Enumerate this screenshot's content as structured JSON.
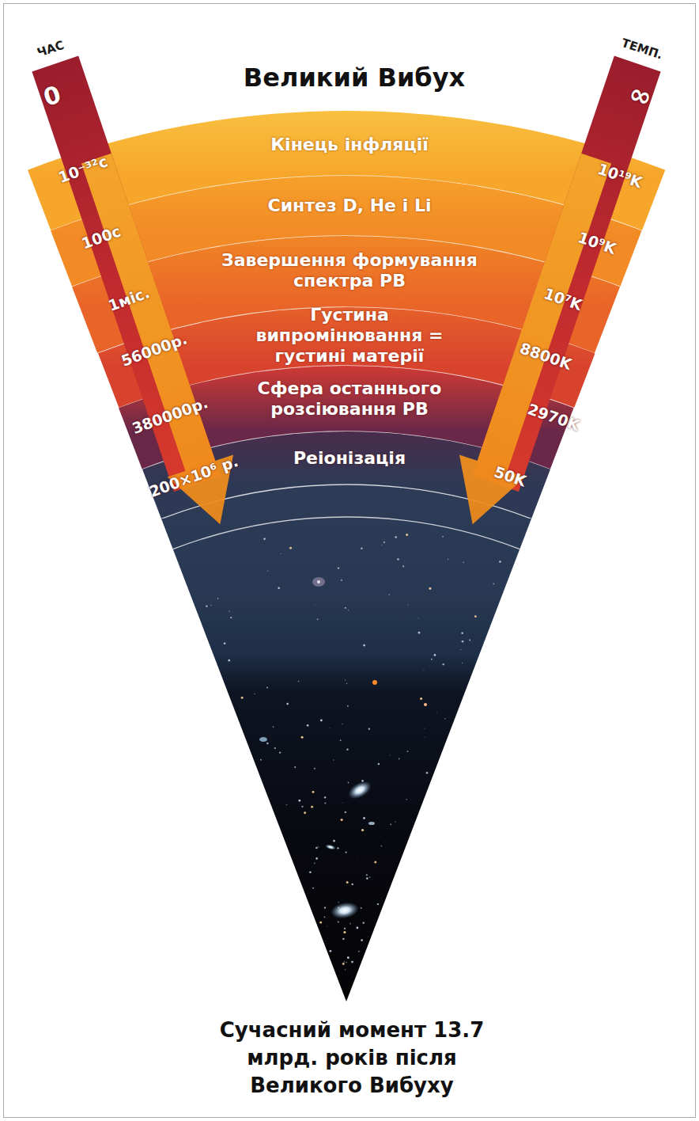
{
  "diagram": {
    "title": "Великий Вибух",
    "caption": "Сучасний момент 13.7 млрд. років після Великого Вибуху",
    "nodes": [
      {
        "text": [
          "Кінець інфляції"
        ]
      },
      {
        "text": [
          "Синтез D, He і Li"
        ]
      },
      {
        "text": [
          "Завершення формування спектра РВ"
        ]
      },
      {
        "text": [
          "Густина випромінювання = густині матерії"
        ]
      },
      {
        "text": [
          "Сфера останнього розсіювання РВ"
        ]
      },
      {
        "text": [
          "Реіонізація"
        ]
      }
    ],
    "labels": [
      "ЧАС",
      "ТЕМП.",
      "0",
      "∞",
      "10⁻³²с",
      "10¹⁹K",
      "100с",
      "10⁹K",
      "1міс.",
      "10⁷K",
      "56000р.",
      "8800K",
      "380000р.",
      "2970K",
      "200×10⁶ р.",
      "50K"
    ]
  }
}
